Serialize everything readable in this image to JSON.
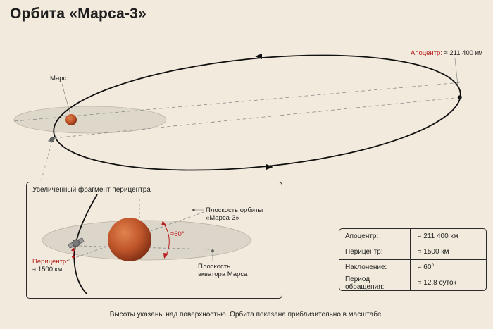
{
  "title": "Орбита «Марса-3»",
  "labels": {
    "mars": "Марс",
    "apocenter_key": "Апоцентр:",
    "apocenter_value": "≈ 211 400 км",
    "inset_title": "Увеличенный фрагмент перицентра",
    "orbit_plane_line1": "Плоскость орбиты",
    "orbit_plane_line2": "«Марса-3»",
    "equator_plane_line1": "Плоскость",
    "equator_plane_line2": "экватора Марса",
    "pericenter_key": "Перицентр:",
    "pericenter_value": "≈ 1500 км",
    "angle": "≈60°"
  },
  "stats": [
    {
      "key": "Апоцентр:",
      "value": "≈ 211 400 км"
    },
    {
      "key": "Перицентр:",
      "value": "≈ 1500 км"
    },
    {
      "key": "Наклонение:",
      "value": "≈ 60°"
    },
    {
      "key": "Период обращения:",
      "value": "≈ 12,8 суток"
    }
  ],
  "footnote": "Высоты указаны над поверхностью. Орбита показана приблизительно в масштабе.",
  "colors": {
    "background": "#f2ebdd",
    "accent_red": "#b8201f",
    "mars": "#c0562a",
    "plane_fill": "#dcd6ca"
  }
}
